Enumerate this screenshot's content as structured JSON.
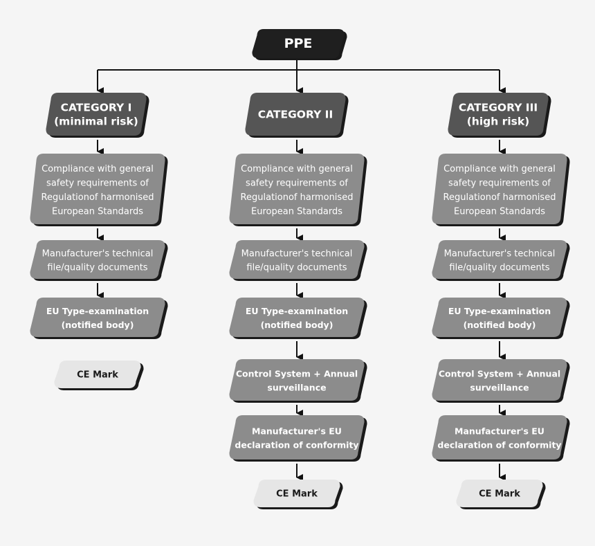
{
  "root": {
    "label": "PPE"
  },
  "colors": {
    "background": "#f5f5f5",
    "root_fill": "#1f1f1f",
    "category_fill": "#555555",
    "step_fill": "#8c8c8c",
    "ce_fill": "#e6e6e6",
    "line": "#111111"
  },
  "columns": [
    {
      "header": [
        "CATEGORY I",
        "(minimal risk)"
      ],
      "steps": [
        {
          "lines": [
            "Compliance with general",
            "safety requirements of",
            "Regulationof harmonised",
            "European Standards"
          ],
          "bold": false
        },
        {
          "lines": [
            "Manufacturer's technical",
            "file/quality documents"
          ],
          "bold": false
        },
        {
          "lines": [
            "EU Type-examination",
            "(notified body)"
          ],
          "bold": true
        }
      ],
      "ce": "CE Mark"
    },
    {
      "header": [
        "CATEGORY II"
      ],
      "steps": [
        {
          "lines": [
            "Compliance with general",
            "safety requirements of",
            "Regulationof harmonised",
            "European Standards"
          ],
          "bold": false
        },
        {
          "lines": [
            "Manufacturer's technical",
            "file/quality documents"
          ],
          "bold": false
        },
        {
          "lines": [
            "EU Type-examination",
            "(notified body)"
          ],
          "bold": true
        },
        {
          "lines": [
            "Control System + Annual",
            "surveillance"
          ],
          "bold": true
        },
        {
          "lines": [
            "Manufacturer's EU",
            "declaration of conformity"
          ],
          "bold": true
        }
      ],
      "ce": "CE Mark"
    },
    {
      "header": [
        "CATEGORY III",
        "(high risk)"
      ],
      "steps": [
        {
          "lines": [
            "Compliance with general",
            "safety requirements of",
            "Regulationof harmonised",
            "European Standards"
          ],
          "bold": false
        },
        {
          "lines": [
            "Manufacturer's technical",
            "file/quality documents"
          ],
          "bold": false
        },
        {
          "lines": [
            "EU Type-examination",
            "(notified body)"
          ],
          "bold": true
        },
        {
          "lines": [
            "Control System + Annual",
            "surveillance"
          ],
          "bold": true
        },
        {
          "lines": [
            "Manufacturer's EU",
            "declaration of conformity"
          ],
          "bold": true
        }
      ],
      "ce": "CE Mark"
    }
  ]
}
